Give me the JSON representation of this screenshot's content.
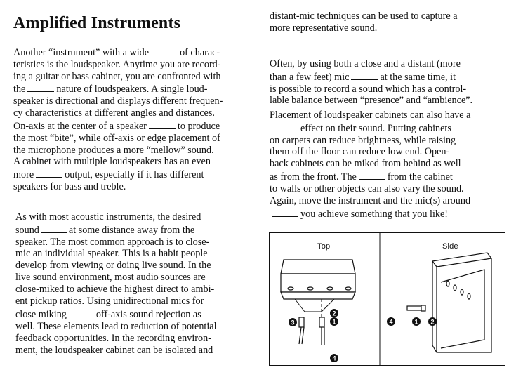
{
  "heading": "Amplified Instruments",
  "left_column": {
    "para1_lines": [
      [
        "Another “instrument” with a wide",
        "of charac-"
      ],
      [
        "teristics is the loudspeaker.  Anytime you are record-"
      ],
      [
        "ing a guitar or bass cabinet, you are confronted with"
      ],
      [
        "the",
        "nature of loudspeakers.  A single loud-"
      ],
      [
        "speaker is directional and displays different frequen-"
      ],
      [
        "cy characteristics at different angles and distances."
      ],
      [
        "On-axis at the center of a speaker",
        "to produce"
      ],
      [
        "the most “bite”, while off-axis or edge placement of"
      ],
      [
        "the microphone produces a more “mellow” sound."
      ],
      [
        "A cabinet with multiple loudspeakers has an even"
      ],
      [
        "more",
        "output, especially if it has different"
      ],
      [
        "speakers for bass and treble."
      ]
    ],
    "para2_lines": [
      [
        "As with most acoustic instruments, the desired"
      ],
      [
        "sound",
        "at some distance away from the"
      ],
      [
        "speaker.  The most common approach is to close-"
      ],
      [
        "mic an individual speaker.  This is a habit people"
      ],
      [
        "develop from viewing or doing live sound.  In the"
      ],
      [
        "live sound environment, most audio sources are"
      ],
      [
        "close-miked to achieve the highest direct to ambi-"
      ],
      [
        "ent pickup ratios.  Using unidirectional mics for"
      ],
      [
        "close miking",
        "off-axis sound rejection as"
      ],
      [
        "well.  These elements lead to reduction of potential"
      ],
      [
        "feedback opportunities.  In the recording environ-"
      ],
      [
        "ment, the loudspeaker cabinet can be isolated and"
      ]
    ]
  },
  "right_column": {
    "para1_lines": [
      [
        "distant-mic techniques can be used to capture a"
      ],
      [
        "more representative sound."
      ]
    ],
    "para2_lines": [
      [
        "Often, by using both a close and a distant (more"
      ],
      [
        "than a few feet) mic",
        "at the same time, it"
      ],
      [
        "is possible to record a sound which has a control-"
      ],
      [
        "lable balance between “presence” and “ambience”."
      ]
    ],
    "para3_lines": [
      [
        "Placement of loudspeaker cabinets can also have a"
      ],
      [
        "",
        "effect on their sound.  Putting cabinets"
      ],
      [
        "on carpets can reduce brightness, while raising"
      ],
      [
        "them off the floor can reduce low end.  Open-"
      ],
      [
        "back cabinets can be miked from behind as well"
      ],
      [
        "as from the front.  The",
        "from the cabinet"
      ],
      [
        "to walls or other objects can also vary the sound."
      ],
      [
        "Again, move the instrument and the mic(s) around"
      ],
      [
        "",
        "you achieve something that you like!"
      ]
    ]
  },
  "figure": {
    "top_label": "Top",
    "side_label": "Side",
    "markers": [
      "1",
      "2",
      "3",
      "4"
    ]
  }
}
